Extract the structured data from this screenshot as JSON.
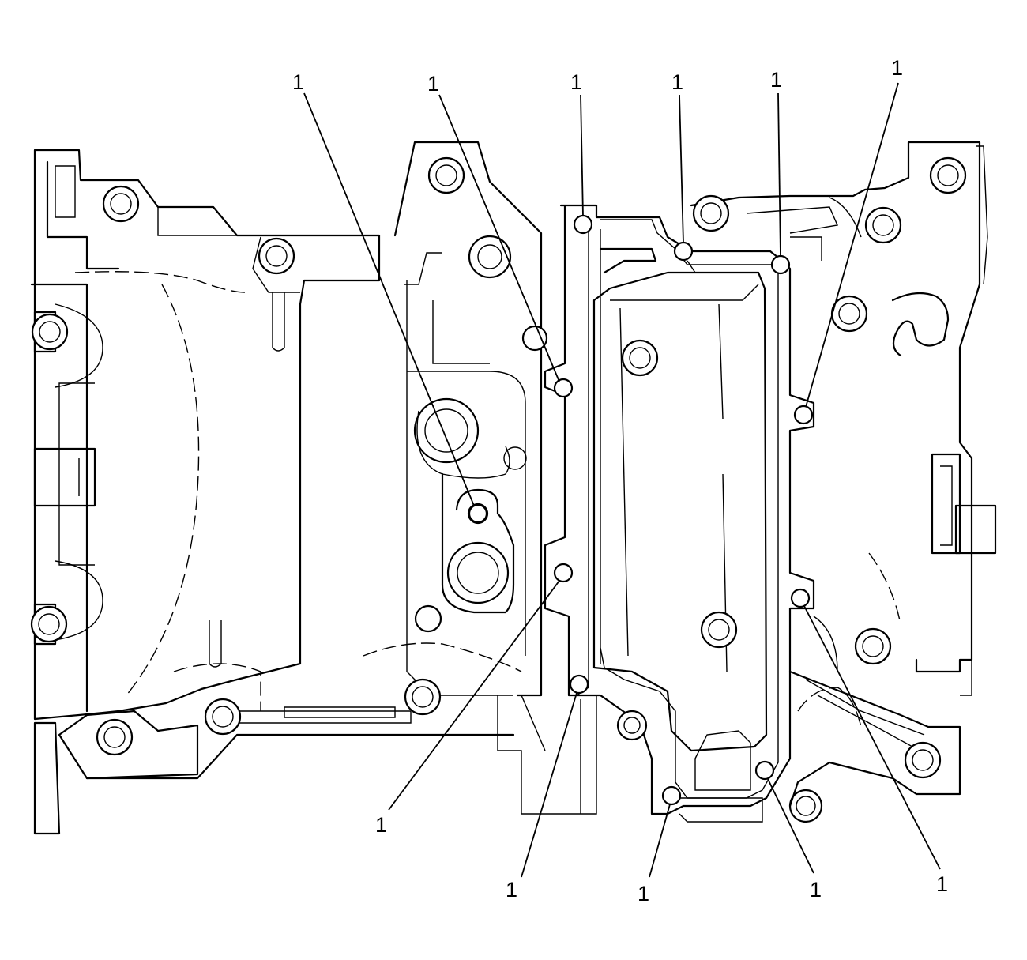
{
  "diagram": {
    "callout_text": "1",
    "callouts": [
      {
        "id": "c1",
        "label": "1"
      },
      {
        "id": "c2",
        "label": "1"
      },
      {
        "id": "c3",
        "label": "1"
      },
      {
        "id": "c4",
        "label": "1"
      },
      {
        "id": "c5",
        "label": "1"
      },
      {
        "id": "c6",
        "label": "1"
      },
      {
        "id": "c7",
        "label": "1"
      },
      {
        "id": "c8",
        "label": "1"
      },
      {
        "id": "c9",
        "label": "1"
      },
      {
        "id": "c10",
        "label": "1"
      },
      {
        "id": "c11",
        "label": "1"
      }
    ],
    "line_color": "#000000",
    "background_color": "#ffffff"
  }
}
